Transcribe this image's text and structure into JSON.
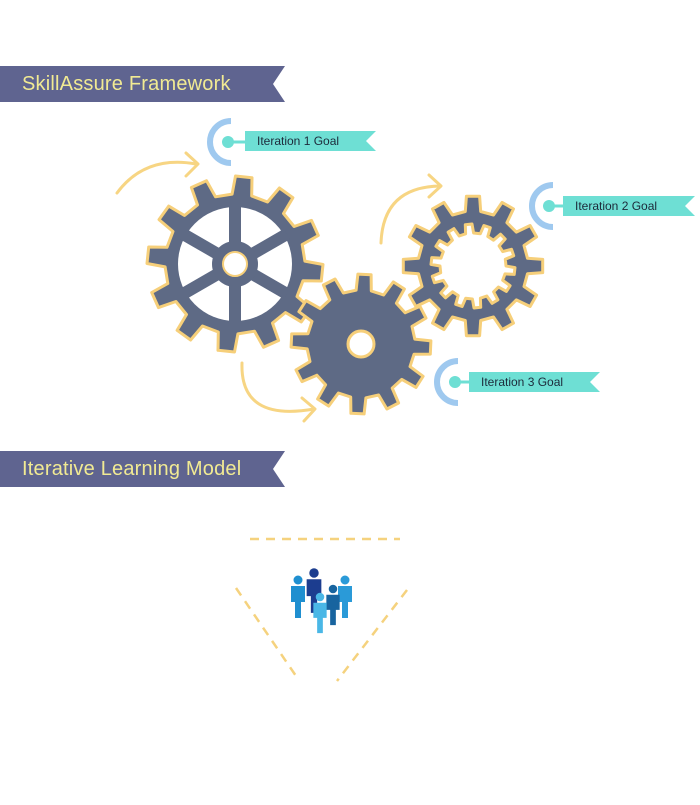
{
  "banners": {
    "framework": "SkillAssure Framework",
    "learning_model": "Iterative Learning Model"
  },
  "goals": {
    "iteration_1": "Iteration 1 Goal",
    "iteration_2": "Iteration 2 Goal",
    "iteration_3": "Iteration 3 Goal"
  },
  "colors": {
    "banner_bg": "#5f6490",
    "banner_text": "#f1ea93",
    "gear_fill": "#5e6a85",
    "gear_outline": "#f6cf7a",
    "goal_flag": "#6edfd4",
    "target_ring": "#9fc9ef",
    "arrow": "#f7d583",
    "people": "#1f8fd0"
  },
  "icons": {
    "gears": "gear-icon",
    "targets": "target-icon",
    "team": "people-icon"
  }
}
